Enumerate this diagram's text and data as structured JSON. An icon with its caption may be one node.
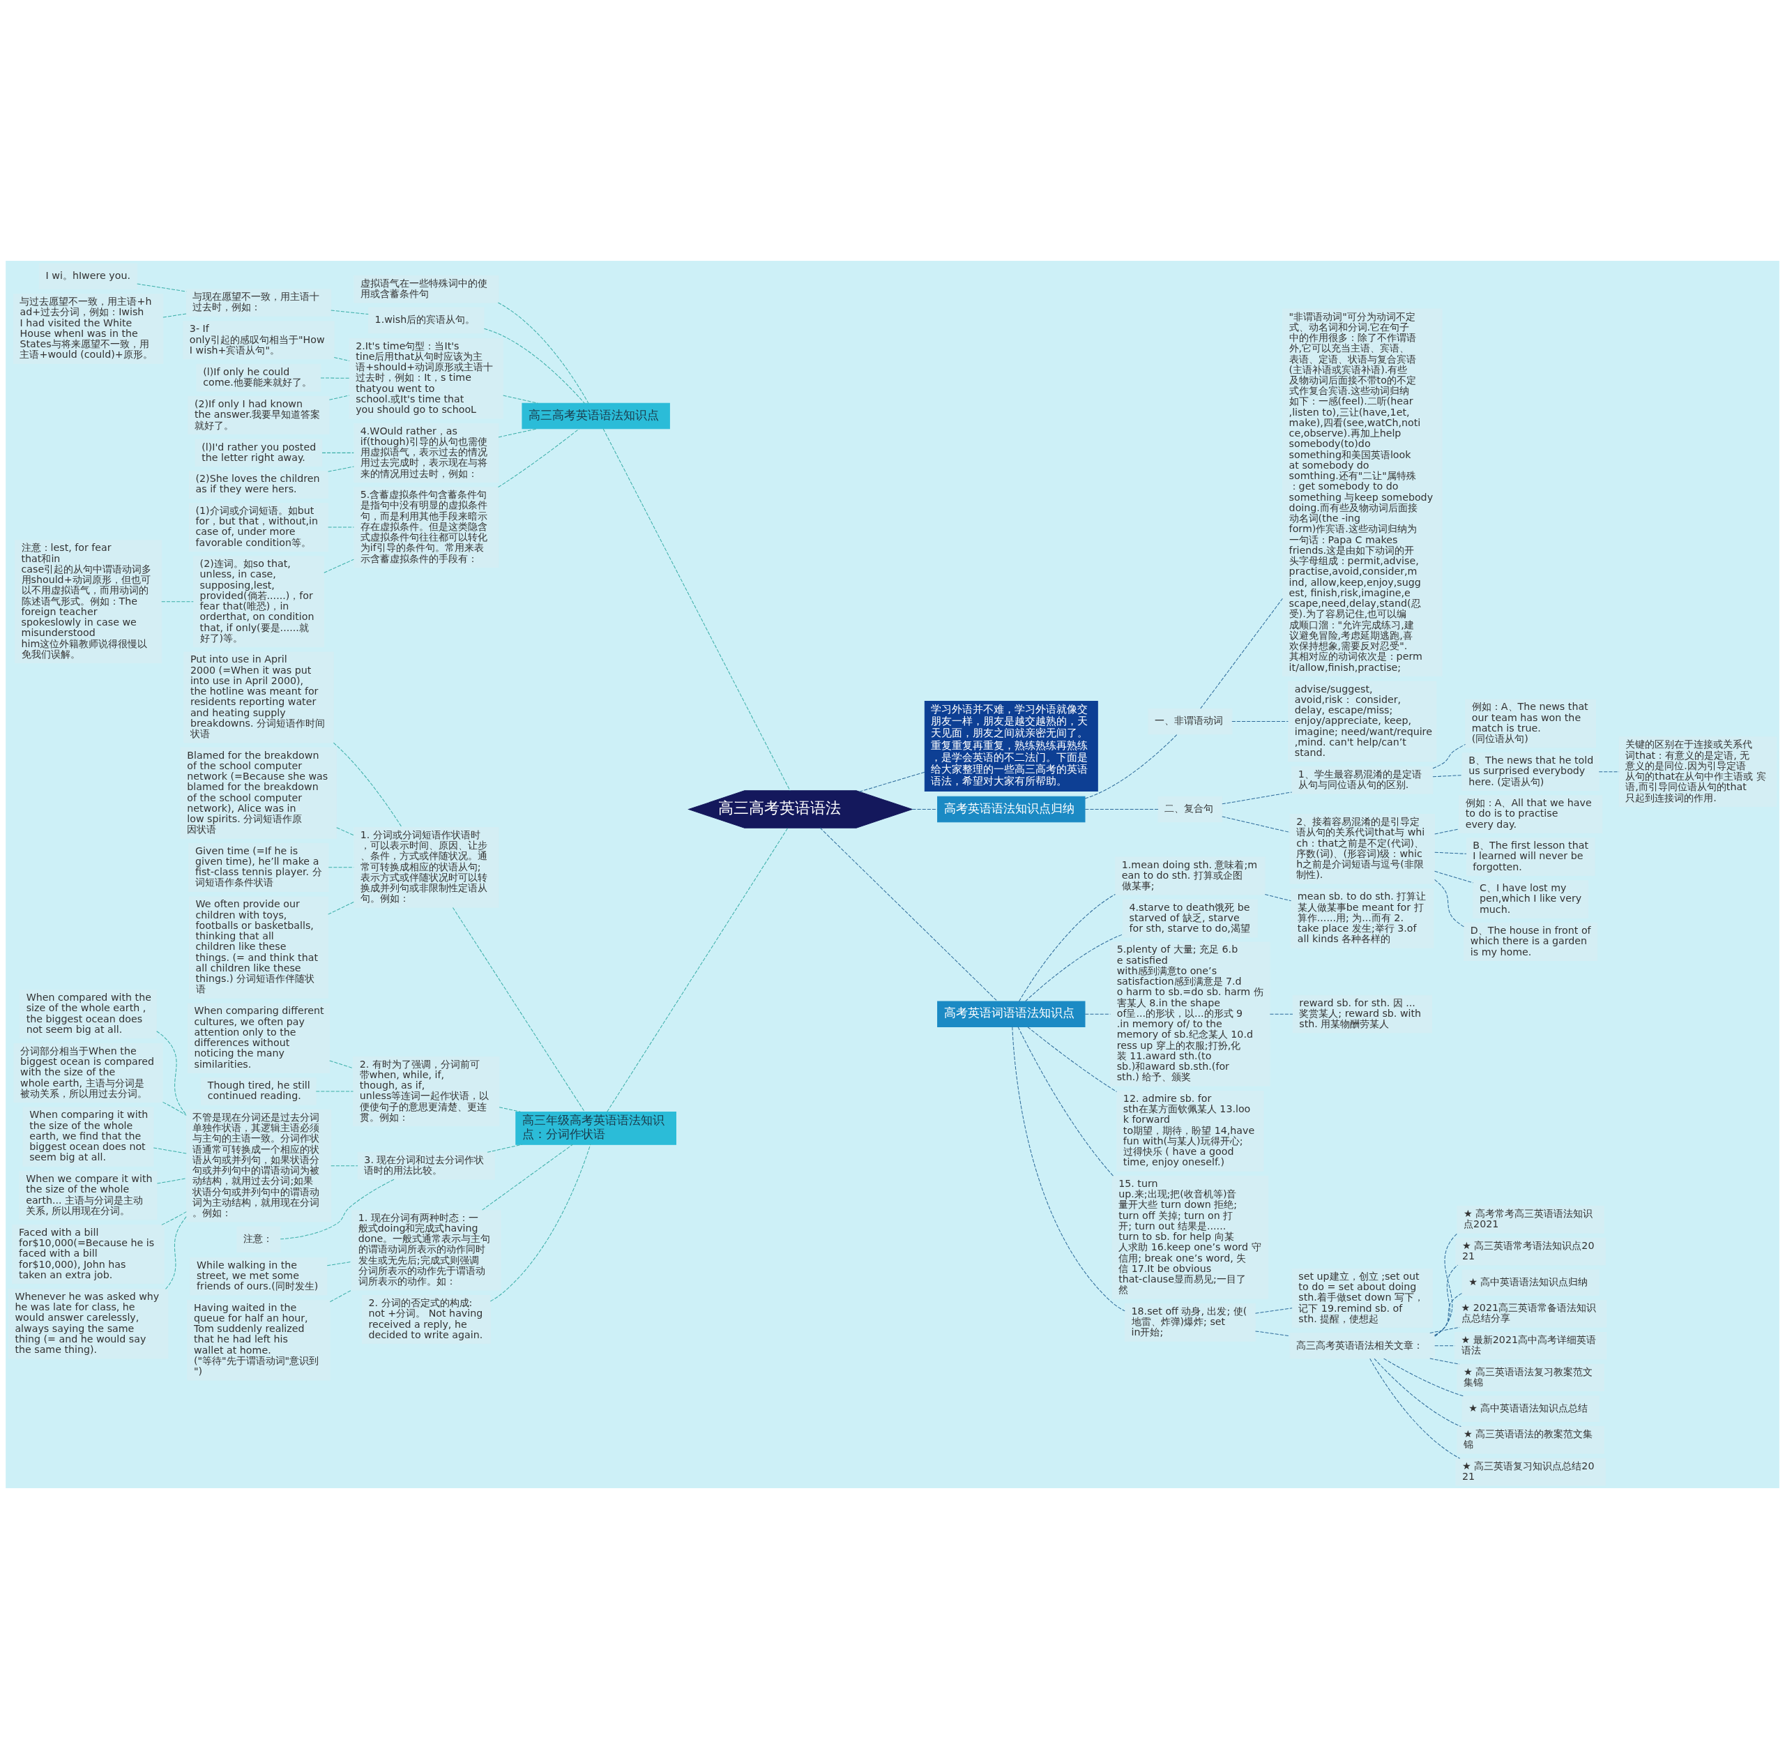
{
  "diagram": {
    "nodes": [
      {
        "text": [
          "高三高考英语语法"
        ]
      },
      {
        "text": [
          "高三高考英语语法知识点"
        ]
      },
      {
        "text": [
          "虚拟语气在一些特殊词中的使用或含蓄条件句"
        ]
      },
      {
        "text": [
          "1.wish后的宾语从句。"
        ]
      },
      {
        "text": [
          "与现在愿望不一致，用主语十过去时，例如："
        ]
      },
      {
        "text": [
          "I wi。hIwere you."
        ]
      },
      {
        "text": [
          "与过去愿望不一致，用主语+had+过去分词，例如：Iwish I had visited the White House whenI was in the States与将来愿望不一致，用主语+would (could)+原形。"
        ]
      },
      {
        "text": [
          "2.It's time句型：当It's tine后用that从句时应该为主语+should+动词原形或主语十过去时，例如：It，s time thatyou went to school.或It's time that you should go to schooL"
        ]
      },
      {
        "text": [
          "3- If only引起的感叹句相当于\"How I wish+宾语从句\"。"
        ]
      },
      {
        "text": [
          "(l)If only he could come.他要能来就好了。"
        ]
      },
      {
        "text": [
          "(2)If only I had known the answer.我要早知道答案就好了。"
        ]
      },
      {
        "text": [
          "4.WOuld rather，as if(though)引导的从句也需使用虚拟语气，表示过去的情况用过去完成时，表示现在与将来的情况用过去时，例如："
        ]
      },
      {
        "text": [
          "(l)I'd rather you posted the letter right away."
        ]
      },
      {
        "text": [
          "(2)She loves the children as if they were hers."
        ]
      },
      {
        "text": [
          "5.含蓄虚拟条件句含蓄条件句是指句中没有明显的虚拟条件句，而是利用其他手段来暗示存在虚拟条件。但是这类隐含式虚拟条件句往往都可以转化为if引导的条件句。常用来表示含蓄虚拟条件的手段有："
        ]
      },
      {
        "text": [
          "(1)介词或介词短语。如but for，but that，without,in case of, under more favorable condition等。"
        ]
      },
      {
        "text": [
          "(2)连词。如so that, unless, in case, supposing,lest, provided(倘若......)，for fear that(唯恐)，in orderthat, on condition that, if only(要是......就好了)等。"
        ]
      },
      {
        "text": [
          "注意：lest, for fear that和in case引起的从句中谓语动词多用should+动词原形，但也可以不用虚拟语气，而用动词的陈述语气形式。例如：The foreign teacher spokeslowly in case we misunderstood him这位外籍教师说得很慢以免我们误解。"
        ]
      },
      {
        "text": [
          "高三年级高考英语语法知识点：分词作状语"
        ]
      },
      {
        "text": [
          "1. 分词或分词短语作状语时，可以表示时间、原因、让步、条件，方式或伴随状况。通常可转换成相应的状语从句;表示方式或伴随状况时可以转换成并列句或非限制性定语从句。例如："
        ]
      },
      {
        "text": [
          "Put into use in April 2000 (=When it was put into use in April 2000), the hotline was meant for residents reporting water and heating supply breakdowns. 分词短语作时间状语"
        ]
      },
      {
        "text": [
          "Blamed for the breakdown of the school computer network (=Because she was blamed for the breakdown of the school computer network), Alice was in low spirits. 分词短语作原因状语"
        ]
      },
      {
        "text": [
          "Given time (=If he is given time), he’ll make a fist-class tennis player. 分词短语作条件状语"
        ]
      },
      {
        "text": [
          "We often provide our children with toys, footballs or basketballs, thinking that all children like these things. (= and think that all children like these things.) 分词短语作伴随状语"
        ]
      },
      {
        "text": [
          "2. 有时为了强调，分词前可带when, while, if, though, as if, unless等连词一起作状语，以便使句子的意思更清楚、更连贯。例如："
        ]
      },
      {
        "text": [
          "When comparing different cultures, we often pay attention only to the differences without noticing the many similarities."
        ]
      },
      {
        "text": [
          "Though tired, he still continued reading."
        ]
      },
      {
        "text": [
          "3. 现在分词和过去分词作状语时的用法比较。"
        ]
      },
      {
        "text": [
          "不管是现在分词还是过去分词单独作状语，其逻辑主语必须与主句的主语一致。分词作状语通常可转换成一个相应的状语从句或并列句，如果状语分句或并列句中的谓语动词为被动结构，就用过去分词;如果状语分句或并列句中的谓语动词为主动结构，就用现在分词。例如："
        ]
      },
      {
        "text": [
          "When compared with the size of the whole earth , the biggest ocean does not seem big at all."
        ]
      },
      {
        "text": [
          "分词部分相当于When the biggest ocean is compared with the size of the whole earth, 主语与分词是被动关系，所以用过去分词。"
        ]
      },
      {
        "text": [
          "When comparing it with the size of the whole earth, we find that the biggest ocean does not seem big at all."
        ]
      },
      {
        "text": [
          "When we compare it with the size of the whole earth... 主语与分词是主动关系, 所以用现在分词。"
        ]
      },
      {
        "text": [
          "Faced with a bill for$10,000(=Because he is faced with a bill for$10,000), John has taken an extra job."
        ]
      },
      {
        "text": [
          "Whenever he was asked why he was late for class, he would answer carelessly, always saying the same thing (= and he would say the same thing)."
        ]
      },
      {
        "text": [
          "注意："
        ]
      },
      {
        "text": [
          "1. 现在分词有两种时态：一般式doing和完成式having done。一般式通常表示与主句的谓语动词所表示的动作同时发生或无先后;完成式则强调分词所表示的动作先于谓语动词所表示的动作。如："
        ]
      },
      {
        "text": [
          "While walking in the street, we met some friends of ours.(同时发生)"
        ]
      },
      {
        "text": [
          "Having waited in the queue for half an hour, Tom suddenly realized that he had left his wallet at home. (\"等待\"先于谓语动词\"意识到\")"
        ]
      },
      {
        "text": [
          "2. 分词的否定式的构成: not +分词。 Not having received a reply, he decided to write again."
        ]
      },
      {
        "text": [
          "学习外语并不难，学习外语就像交朋友一样，朋友是越交越熟的，天天见面，朋友之间就亲密无间了。重复重复再重复，熟练熟练再熟练，是学会英语的不二法门。下面是给大家整理的一些高三高考的英语语法，希望对大家有所帮助。"
        ]
      },
      {
        "text": [
          "高考英语语法知识点归纳"
        ]
      },
      {
        "text": [
          "一、非谓语动词"
        ]
      },
      {
        "text": [
          "\"非谓语动词\"可分为动词不定式、动名词和分词.它在句子中的作用很多：除了不作谓语外,它可以充当主语、宾语、表语、定语、状语与复合宾语(主语补语或宾语补语).有些及物动词后面接不带to的不定式作复合宾语.这些动词归纳如下：一感(feel).二听(hear,listen to),三让(have,1et, make),四看(see,watCh,notice,observe).再加上help somebody(to)do something和美国英语look at somebody do somthing.还有\"二让\"属特殊：get somebody to do something 与keep somebody doing.而有些及物动词后面接动名词(the -ing form)作宾语.这些动词归纳为一句话：Papa C makes friends.这是由如下动词的开头字母组成：permit,advise, practise,avoid,consider,mind, allow,keep,enjoy,suggest, finish,risk,imagine,escape,need,delay,stand(忍受).为了容易记住,也可以编成顺口溜：\"允许完成练习,建议避免冒险,考虑延期逃跑,喜欢保持想象,需要反对忍受\".其相对应的动词依次是：permit/allow,finish,practise;"
        ]
      },
      {
        "text": [
          "advise/suggest, avoid,risk： consider, delay, escape/miss; enjoy/appreciate, keep, imagine; need/want/require,mind. can't help/can’t stand."
        ]
      },
      {
        "text": [
          "二、复合句"
        ]
      },
      {
        "text": [
          "1、学生最容易混淆的是定语从句与同位语从句的区别."
        ]
      },
      {
        "text": [
          "例如：A、The news that our team has won the match is true. (同位语从句)"
        ]
      },
      {
        "text": [
          "B、The news that he told us surprised everybody here. (定语从句)"
        ]
      },
      {
        "text": [
          "关键的区别在于连接或关系代词that：有意义的是定语, 无意义的是同位.因为引导定语从句的that在从句中作主语或 宾语,而引导同位语从句的that只起到连接词的作用."
        ]
      },
      {
        "text": [
          "2、接着容易混淆的是引导定语从句的关系代词that与 which：that之前是不定(代词)、序数(词)、(形容词)级：which之前是介词短语与逗号(非限制性)."
        ]
      },
      {
        "text": [
          "例如：A、All that we have to do is to practise every day."
        ]
      },
      {
        "text": [
          "B、The first lesson that I learned will never be forgotten."
        ]
      },
      {
        "text": [
          "C、I have lost my pen,which I like very much."
        ]
      },
      {
        "text": [
          "D、The house in front of which there is a garden is my home."
        ]
      },
      {
        "text": [
          "高考英语词语语法知识点"
        ]
      },
      {
        "text": [
          "1.mean doing sth. 意味着;mean to do sth. 打算或企图做某事;"
        ]
      },
      {
        "text": [
          "mean sb. to do sth. 打算让某人做某事be meant for 打算作......用; 为...而有 2.take place 发生;举行 3.of all kinds 各种各样的"
        ]
      },
      {
        "text": [
          "4.starve to death饿死 be starved of 缺乏, starve for sth, starve to do,渴望"
        ]
      },
      {
        "text": [
          "5.plenty of 大量; 充足 6.be satisfied with感到满意to one’s satisfaction感到满意是 7.do harm to sb.=do sb. harm 伤害某人 8.in the shape of呈...的形状，以...的形式 9.in memory of/ to the memory of sb.纪念某人 10.dress up 穿上的衣服;打扮,化装 11.award sth.(to sb.)和award sb.sth.(for sth.) 给予、颁奖"
        ]
      },
      {
        "text": [
          "reward sb. for sth. 因 ...奖赏某人; reward sb. with sth. 用某物酬劳某人"
        ]
      },
      {
        "text": [
          "12. admire sb. for sth在某方面钦佩某人 13.look forward to期望，期待，盼望 14,have fun with(与某人)玩得开心;过得快乐 ( have a good time, enjoy oneself.)"
        ]
      },
      {
        "text": [
          "15. turn up.来;出现;把(收音机等)音量开大些 turn down 拒绝; turn off 关掉; turn on 打开; turn out 结果是...... turn to sb. for help 向某人求助 16.keep one’s word 守信用; break one’s word, 失信 17.It be obvious that-clause显而易见;一目了然"
        ]
      },
      {
        "text": [
          "18.set off 动身, 出发; 使(地雷、炸弹)爆炸; set in开始;"
        ]
      },
      {
        "text": [
          "set up建立，创立 ;set out to do = set about doing sth.着手做set down 写下，记下 19.remind sb. of sth. 提醒，使想起"
        ]
      },
      {
        "text": [
          "高三高考英语语法相关文章："
        ]
      },
      {
        "text": [
          "★ 高考常考高三英语语法知识点2021"
        ]
      },
      {
        "text": [
          "★ 高三英语常考语法知识点2021"
        ]
      },
      {
        "text": [
          "★ 高中英语语法知识点归纳"
        ]
      },
      {
        "text": [
          "★ 2021高三英语常备语法知识点总结分享"
        ]
      },
      {
        "text": [
          "★ 最新2021高中高考详细英语语法"
        ]
      },
      {
        "text": [
          "★ 高三英语语法复习教案范文集锦"
        ]
      },
      {
        "text": [
          "★ 高中英语语法知识点总结"
        ]
      },
      {
        "text": [
          "★ 高三英语语法的教案范文集锦"
        ]
      },
      {
        "text": [
          "★ 高三英语复习知识点总结2021"
        ]
      }
    ],
    "edges": [
      {
        "from": 0,
        "to": 1,
        "arrow": "none"
      },
      {
        "from": 1,
        "to": 2,
        "arrow": "none"
      },
      {
        "from": 1,
        "to": 3,
        "arrow": "none"
      },
      {
        "from": 3,
        "to": 4,
        "arrow": "none"
      },
      {
        "from": 4,
        "to": 5,
        "arrow": "none"
      },
      {
        "from": 4,
        "to": 6,
        "arrow": "none"
      },
      {
        "from": 1,
        "to": 7,
        "arrow": "none"
      },
      {
        "from": 7,
        "to": 8,
        "arrow": "none"
      },
      {
        "from": 7,
        "to": 9,
        "arrow": "none"
      },
      {
        "from": 7,
        "to": 10,
        "arrow": "none"
      },
      {
        "from": 1,
        "to": 11,
        "arrow": "none"
      },
      {
        "from": 11,
        "to": 12,
        "arrow": "none"
      },
      {
        "from": 11,
        "to": 13,
        "arrow": "none"
      },
      {
        "from": 1,
        "to": 14,
        "arrow": "none"
      },
      {
        "from": 14,
        "to": 15,
        "arrow": "none"
      },
      {
        "from": 14,
        "to": 16,
        "arrow": "none"
      },
      {
        "from": 16,
        "to": 17,
        "arrow": "none"
      },
      {
        "from": 0,
        "to": 18,
        "arrow": "none"
      },
      {
        "from": 18,
        "to": 19,
        "arrow": "none"
      },
      {
        "from": 19,
        "to": 20,
        "arrow": "none"
      },
      {
        "from": 19,
        "to": 21,
        "arrow": "none"
      },
      {
        "from": 19,
        "to": 22,
        "arrow": "none"
      },
      {
        "from": 19,
        "to": 23,
        "arrow": "none"
      },
      {
        "from": 18,
        "to": 24,
        "arrow": "none"
      },
      {
        "from": 24,
        "to": 25,
        "arrow": "none"
      },
      {
        "from": 24,
        "to": 26,
        "arrow": "none"
      },
      {
        "from": 18,
        "to": 27,
        "arrow": "none"
      },
      {
        "from": 27,
        "to": 28,
        "arrow": "none"
      },
      {
        "from": 28,
        "to": 29,
        "arrow": "none"
      },
      {
        "from": 28,
        "to": 30,
        "arrow": "none"
      },
      {
        "from": 28,
        "to": 31,
        "arrow": "none"
      },
      {
        "from": 28,
        "to": 32,
        "arrow": "none"
      },
      {
        "from": 28,
        "to": 33,
        "arrow": "none"
      },
      {
        "from": 28,
        "to": 34,
        "arrow": "none"
      },
      {
        "from": 27,
        "to": 35,
        "arrow": "none"
      },
      {
        "from": 18,
        "to": 36,
        "arrow": "none"
      },
      {
        "from": 36,
        "to": 37,
        "arrow": "none"
      },
      {
        "from": 36,
        "to": 38,
        "arrow": "none"
      },
      {
        "from": 18,
        "to": 39,
        "arrow": "none"
      },
      {
        "from": 0,
        "to": 40,
        "arrow": "none"
      },
      {
        "from": 0,
        "to": 41,
        "arrow": "none"
      },
      {
        "from": 41,
        "to": 42,
        "arrow": "none"
      },
      {
        "from": 42,
        "to": 43,
        "arrow": "none"
      },
      {
        "from": 42,
        "to": 44,
        "arrow": "none"
      },
      {
        "from": 41,
        "to": 45,
        "arrow": "none"
      },
      {
        "from": 45,
        "to": 46,
        "arrow": "none"
      },
      {
        "from": 46,
        "to": 47,
        "arrow": "none"
      },
      {
        "from": 46,
        "to": 48,
        "arrow": "none"
      },
      {
        "from": 48,
        "to": 49,
        "arrow": "none"
      },
      {
        "from": 45,
        "to": 50,
        "arrow": "none"
      },
      {
        "from": 50,
        "to": 51,
        "arrow": "none"
      },
      {
        "from": 50,
        "to": 52,
        "arrow": "none"
      },
      {
        "from": 50,
        "to": 53,
        "arrow": "none"
      },
      {
        "from": 50,
        "to": 54,
        "arrow": "none"
      },
      {
        "from": 0,
        "to": 55,
        "arrow": "none"
      },
      {
        "from": 55,
        "to": 56,
        "arrow": "none"
      },
      {
        "from": 56,
        "to": 57,
        "arrow": "none"
      },
      {
        "from": 55,
        "to": 58,
        "arrow": "none"
      },
      {
        "from": 55,
        "to": 59,
        "arrow": "none"
      },
      {
        "from": 59,
        "to": 60,
        "arrow": "none"
      },
      {
        "from": 55,
        "to": 61,
        "arrow": "none"
      },
      {
        "from": 55,
        "to": 62,
        "arrow": "none"
      },
      {
        "from": 55,
        "to": 63,
        "arrow": "none"
      },
      {
        "from": 63,
        "to": 64,
        "arrow": "none"
      },
      {
        "from": 63,
        "to": 65,
        "arrow": "none"
      },
      {
        "from": 65,
        "to": 66,
        "arrow": "none"
      },
      {
        "from": 65,
        "to": 67,
        "arrow": "none"
      },
      {
        "from": 65,
        "to": 68,
        "arrow": "none"
      },
      {
        "from": 65,
        "to": 69,
        "arrow": "none"
      },
      {
        "from": 65,
        "to": 70,
        "arrow": "none"
      },
      {
        "from": 65,
        "to": 71,
        "arrow": "none"
      },
      {
        "from": 65,
        "to": 72,
        "arrow": "none"
      },
      {
        "from": 65,
        "to": 73,
        "arrow": "none"
      },
      {
        "from": 65,
        "to": 74,
        "arrow": "none"
      }
    ]
  }
}
